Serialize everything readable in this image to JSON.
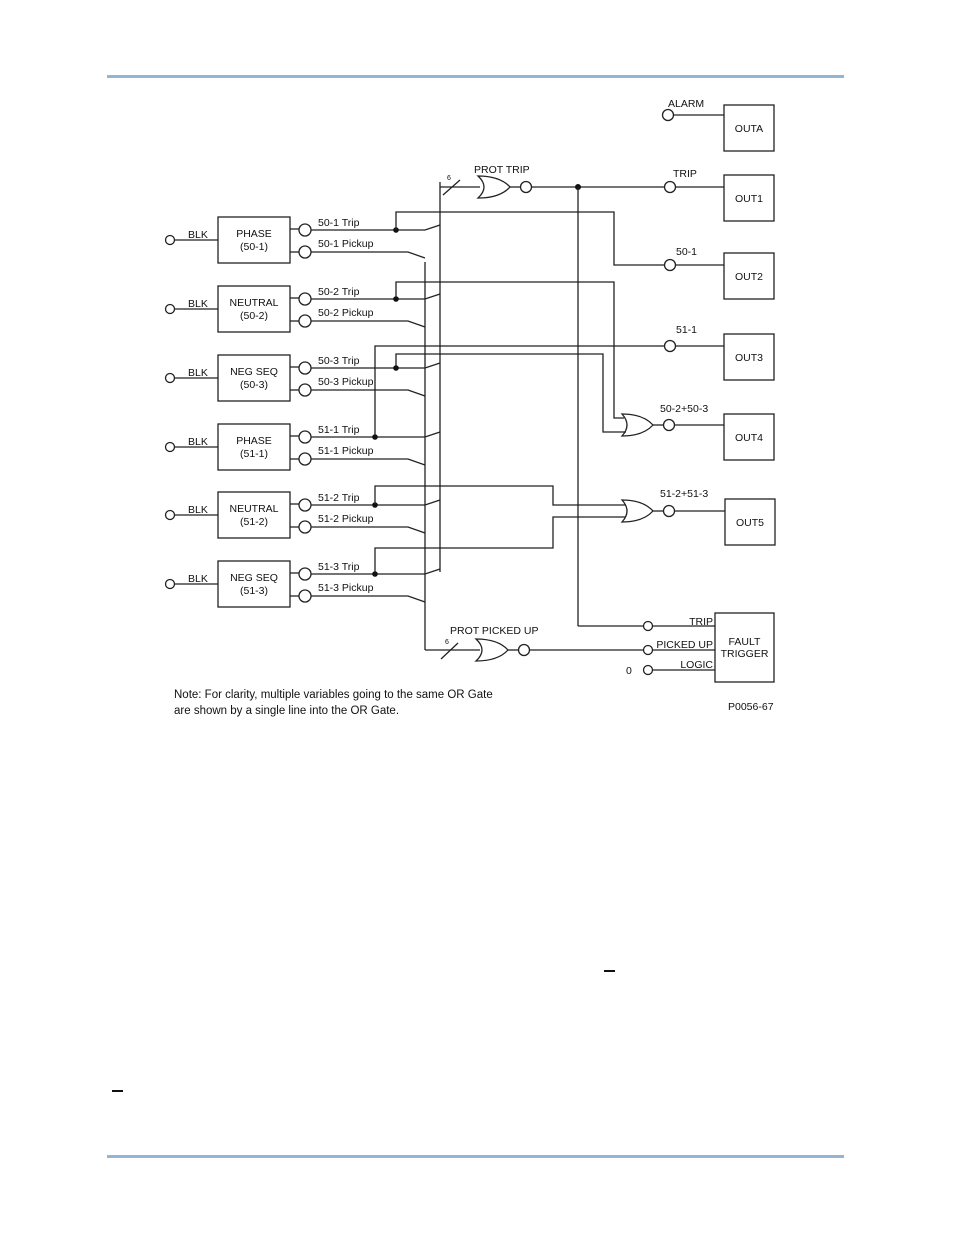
{
  "figure_id": "P0056-67",
  "note_line1": "Note: For clarity, multiple variables going to the same OR Gate",
  "note_line2": "are shown by a single line into the OR Gate.",
  "blk_label": "BLK",
  "elements": [
    {
      "name": "PHASE",
      "id": "(50-1)",
      "trip": "50-1 Trip",
      "pickup": "50-1 Pickup"
    },
    {
      "name": "NEUTRAL",
      "id": "(50-2)",
      "trip": "50-2 Trip",
      "pickup": "50-2 Pickup"
    },
    {
      "name": "NEG SEQ",
      "id": "(50-3)",
      "trip": "50-3 Trip",
      "pickup": "50-3 Pickup"
    },
    {
      "name": "PHASE",
      "id": "(51-1)",
      "trip": "51-1 Trip",
      "pickup": "51-1 Pickup"
    },
    {
      "name": "NEUTRAL",
      "id": "(51-2)",
      "trip": "51-2 Trip",
      "pickup": "51-2 Pickup"
    },
    {
      "name": "NEG SEQ",
      "id": "(51-3)",
      "trip": "51-3 Trip",
      "pickup": "51-3 Pickup"
    }
  ],
  "gates": {
    "prot_trip": {
      "label": "PROT TRIP",
      "bus_width": "6"
    },
    "prot_picked_up": {
      "label": "PROT PICKED UP",
      "bus_width": "6"
    },
    "out4_gate": {
      "label": "50-2+50-3"
    },
    "out5_gate": {
      "label": "51-2+51-3"
    }
  },
  "outputs": [
    {
      "label": "OUTA",
      "signal": "ALARM"
    },
    {
      "label": "OUT1",
      "signal": "TRIP"
    },
    {
      "label": "OUT2",
      "signal": "50-1"
    },
    {
      "label": "OUT3",
      "signal": "51-1"
    },
    {
      "label": "OUT4",
      "signal": "50-2+50-3"
    },
    {
      "label": "OUT5",
      "signal": "51-2+51-3"
    }
  ],
  "fault_trigger": {
    "line1": "FAULT",
    "line2": "TRIGGER",
    "inputs": [
      "TRIP",
      "PICKED UP",
      "LOGIC"
    ],
    "logic_value": "0"
  }
}
